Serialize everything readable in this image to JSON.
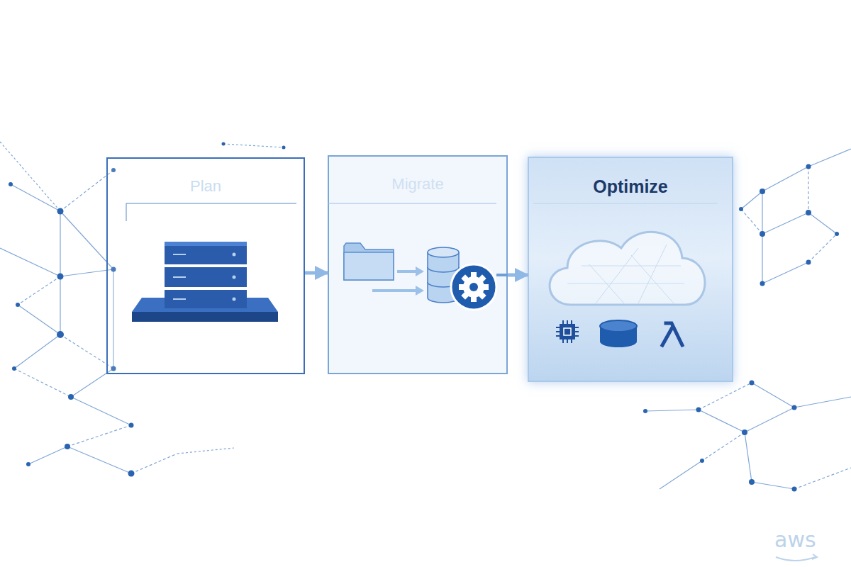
{
  "diagram": {
    "nodes": [
      {
        "text": [
          "Plan"
        ]
      },
      {
        "text": [
          "Migrate"
        ]
      },
      {
        "text": [
          "Optimize"
        ]
      }
    ],
    "edges": [
      {
        "from": 0,
        "to": 1,
        "arrow": "to"
      },
      {
        "from": 1,
        "to": 2,
        "arrow": "to"
      }
    ],
    "labels": [
      "aws"
    ]
  }
}
